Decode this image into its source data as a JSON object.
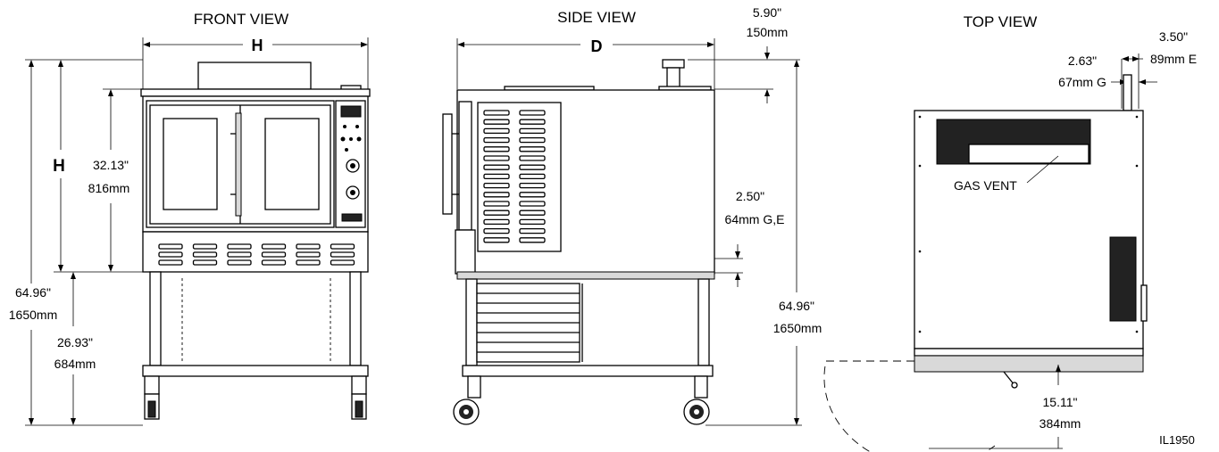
{
  "views": {
    "front": {
      "title": "FRONT VIEW",
      "width_letter": "H",
      "height_letter": "H"
    },
    "side": {
      "title": "SIDE VIEW",
      "depth_letter": "D"
    },
    "top": {
      "title": "TOP VIEW",
      "gas_vent_label": "GAS VENT"
    }
  },
  "dimensions": {
    "front_door_height": {
      "imperial": "32.13\"",
      "metric": "816mm"
    },
    "front_total_height": {
      "imperial": "64.96\"",
      "metric": "1650mm"
    },
    "front_stand_height": {
      "imperial": "26.93\"",
      "metric": "684mm"
    },
    "side_flue_height": {
      "imperial": "5.90\"",
      "metric": "150mm"
    },
    "side_connection_height": {
      "imperial": "2.50\"",
      "metric": "64mm G,E"
    },
    "side_total_height": {
      "imperial": "64.96\"",
      "metric": "1650mm"
    },
    "top_gas_offset": {
      "imperial": "2.63\"",
      "metric": "67mm G"
    },
    "top_electric_offset": {
      "imperial": "3.50\"",
      "metric": "89mm E"
    },
    "top_door_clearance": {
      "imperial": "15.11\"",
      "metric": "384mm"
    }
  },
  "drawing_id": "IL1950"
}
